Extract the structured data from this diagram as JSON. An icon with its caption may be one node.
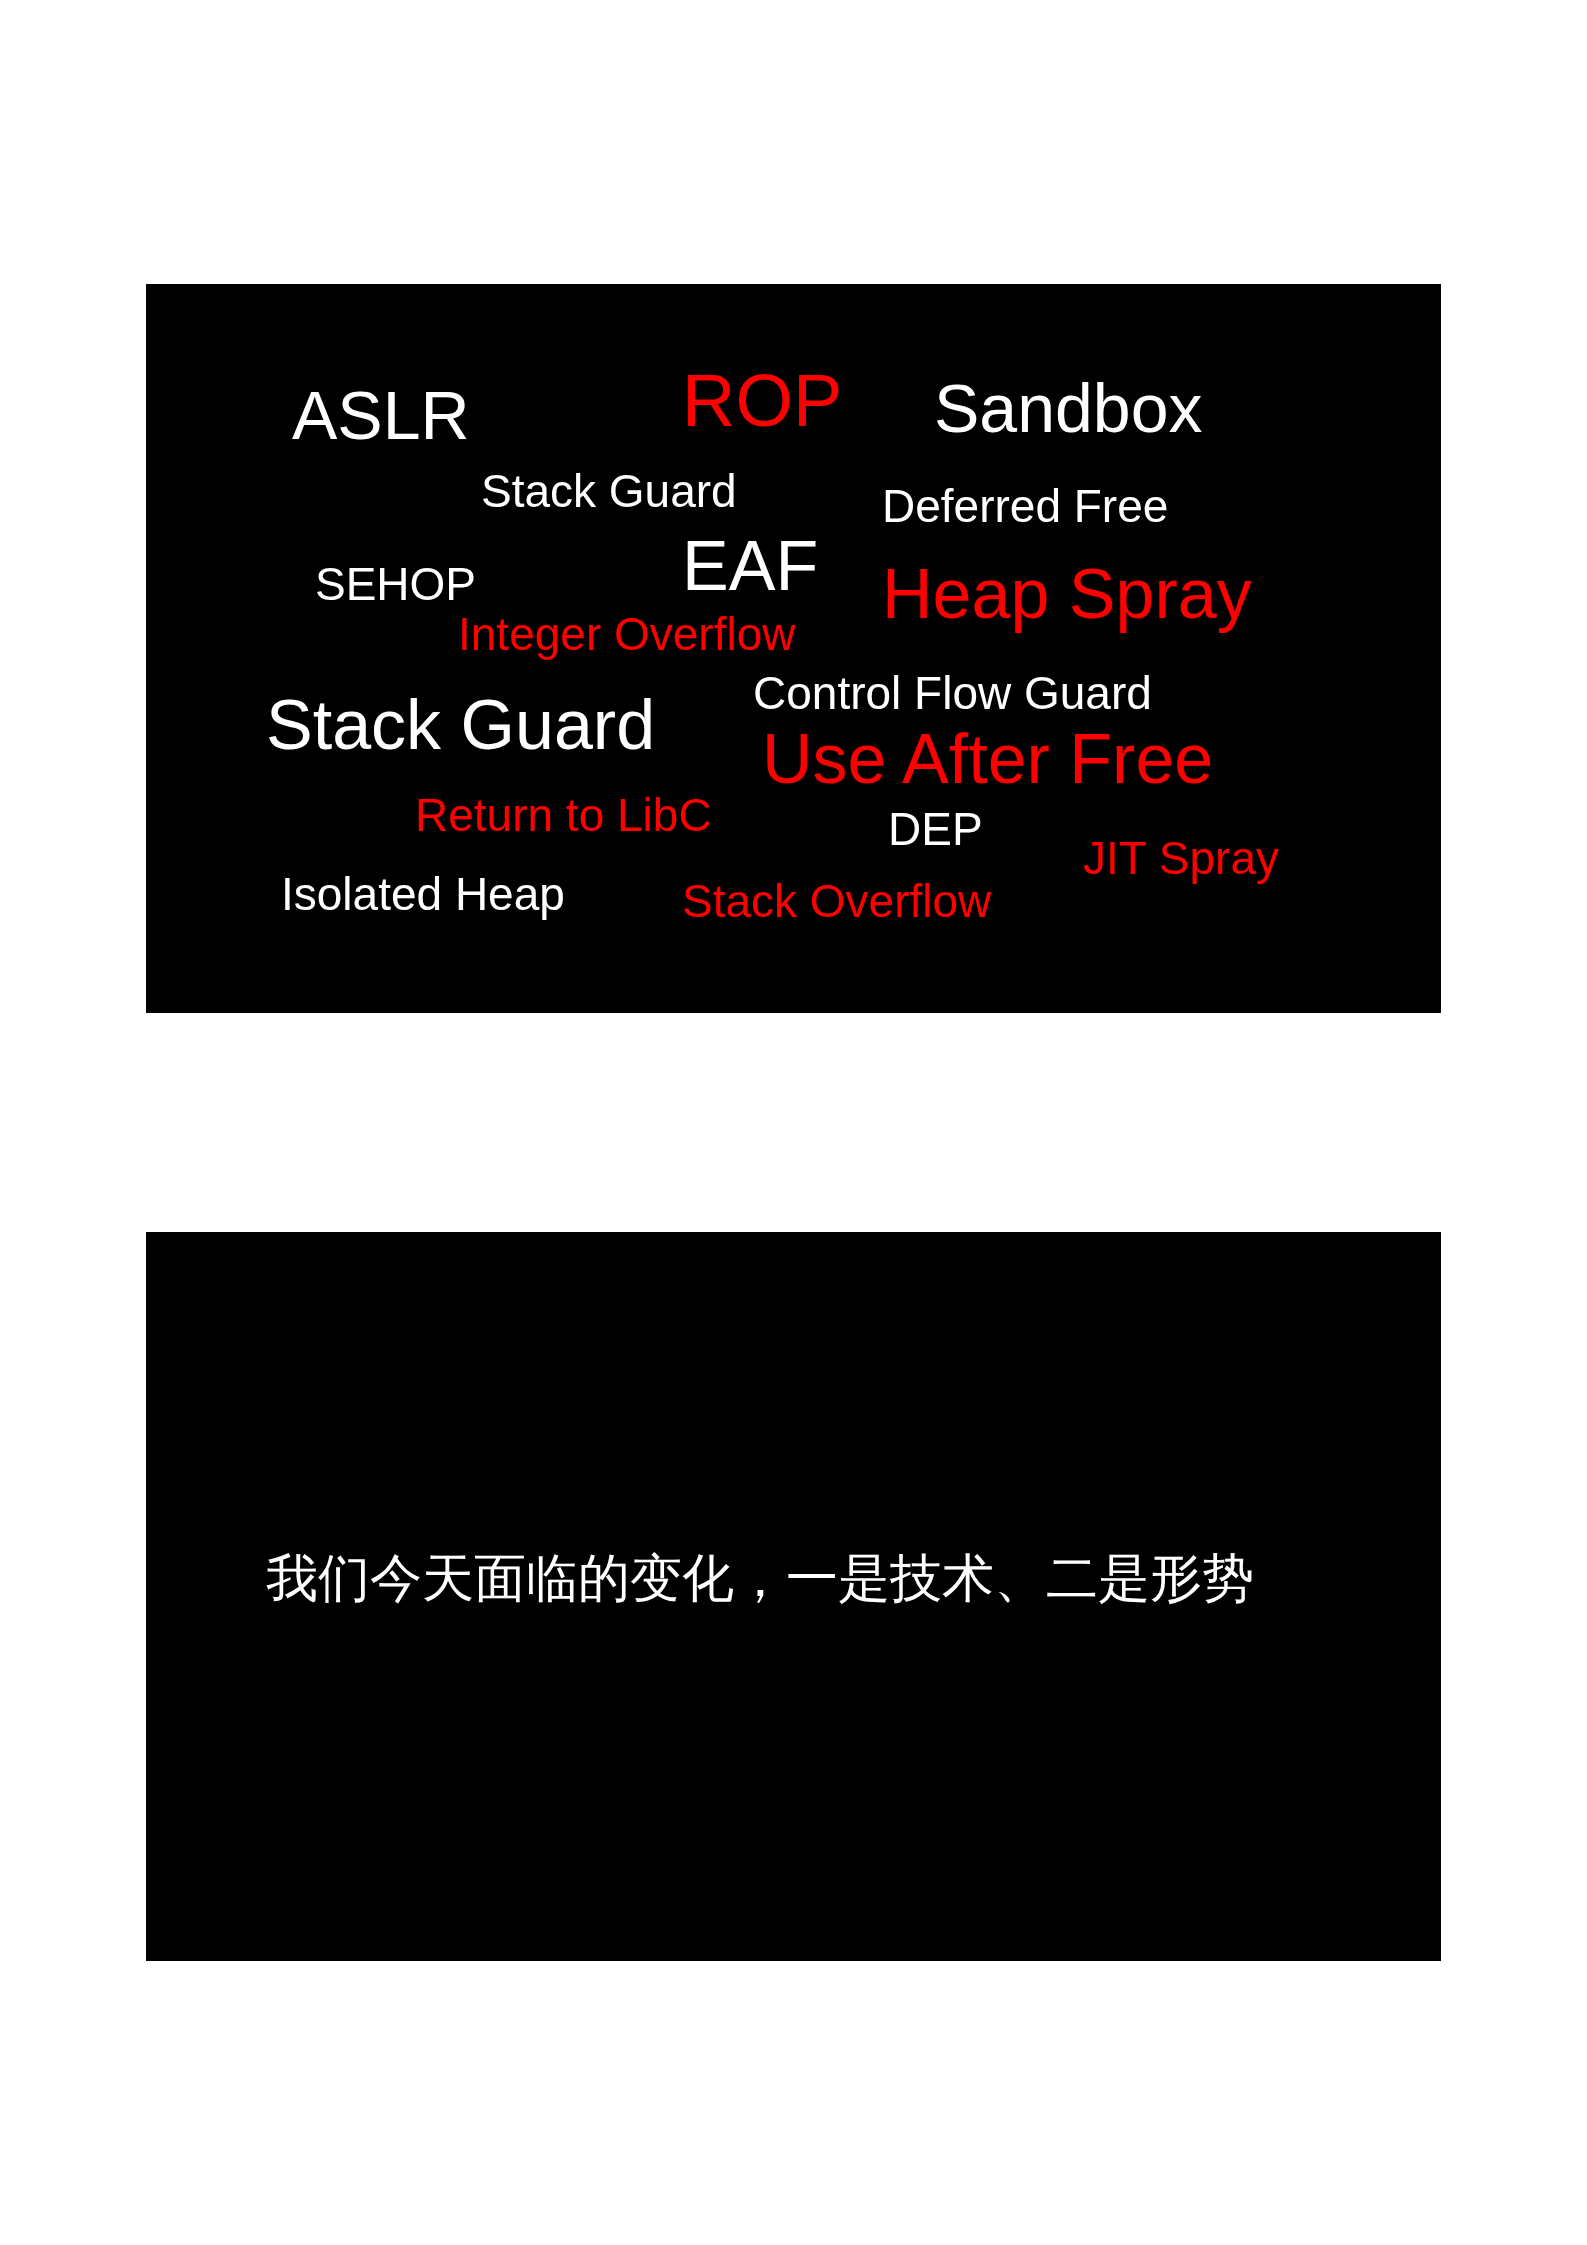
{
  "diagram": {
    "nodes": [
      {
        "text": [
          "ASLR",
          "ROP",
          "Sandbox",
          "Stack Guard",
          "Deferred Free",
          "SEHOP",
          "EAF",
          "Heap Spray",
          "Integer Overflow",
          "Stack Guard",
          "Control Flow Guard",
          "Use After Free",
          "Return to LibC",
          "DEP",
          "JIT Spray",
          "Isolated Heap",
          "Stack Overflow"
        ]
      },
      {
        "text": [
          "我们今天面临的变化，一是技术、二是形势"
        ]
      }
    ]
  }
}
